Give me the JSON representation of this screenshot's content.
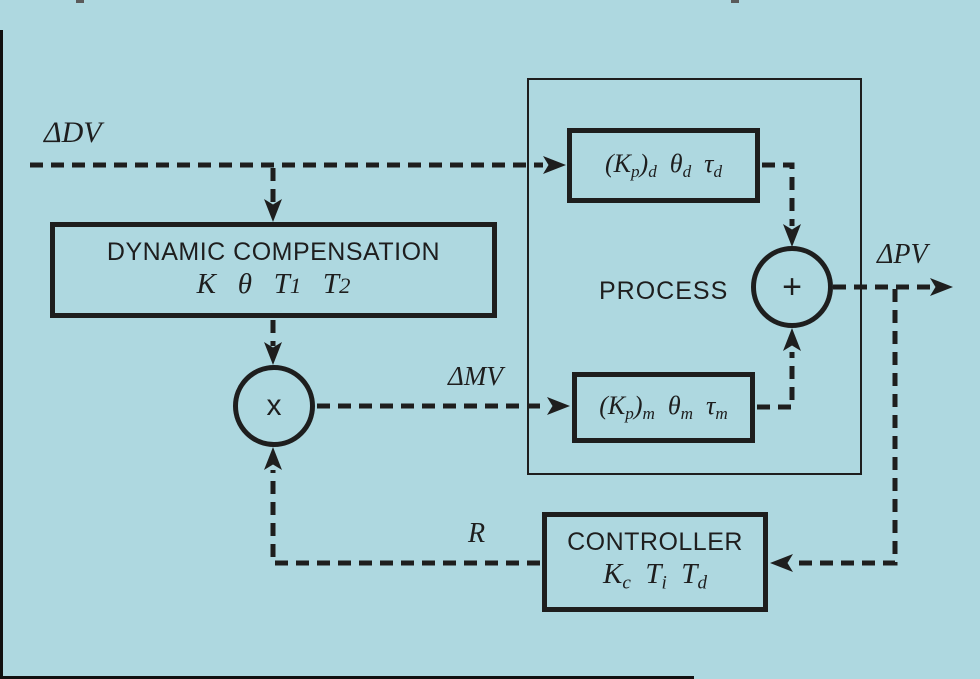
{
  "palette": {
    "background": "#AED8E0",
    "ink": "#1E1E1E"
  },
  "signals": {
    "disturbance": "ΔDV",
    "manipulated": "ΔMV",
    "process_value": "ΔPV",
    "reset_feedback": "R"
  },
  "junctions": {
    "multiply": "x",
    "sum": "+"
  },
  "process": {
    "label": "PROCESS"
  },
  "blocks": {
    "dynamic_compensation": {
      "title": "DYNAMIC COMPENSATION",
      "params": [
        {
          "t": "K"
        },
        {
          "t": "   "
        },
        {
          "t": "θ"
        },
        {
          "t": "   "
        },
        {
          "t": "T"
        },
        {
          "t": "1",
          "s": "small"
        },
        {
          "t": "   "
        },
        {
          "t": "T"
        },
        {
          "t": "2",
          "s": "small"
        }
      ]
    },
    "disturbance_path": {
      "params": [
        {
          "t": "(K"
        },
        {
          "t": "p",
          "s": "sub"
        },
        {
          "t": ")"
        },
        {
          "t": "d",
          "s": "sub"
        },
        {
          "t": "  "
        },
        {
          "t": "θ"
        },
        {
          "t": "d",
          "s": "sub"
        },
        {
          "t": "  "
        },
        {
          "t": "τ"
        },
        {
          "t": "d",
          "s": "sub"
        }
      ]
    },
    "manipulated_path": {
      "params": [
        {
          "t": "(K"
        },
        {
          "t": "p",
          "s": "sub"
        },
        {
          "t": ")"
        },
        {
          "t": "m",
          "s": "sub"
        },
        {
          "t": "  "
        },
        {
          "t": "θ"
        },
        {
          "t": "m",
          "s": "sub"
        },
        {
          "t": "  "
        },
        {
          "t": "τ"
        },
        {
          "t": "m",
          "s": "sub"
        }
      ]
    },
    "controller": {
      "title": "CONTROLLER",
      "params": [
        {
          "t": "K"
        },
        {
          "t": "c",
          "s": "sub"
        },
        {
          "t": "  "
        },
        {
          "t": "T"
        },
        {
          "t": "i",
          "s": "sub"
        },
        {
          "t": "  "
        },
        {
          "t": "T"
        },
        {
          "t": "d",
          "s": "sub"
        }
      ]
    }
  }
}
